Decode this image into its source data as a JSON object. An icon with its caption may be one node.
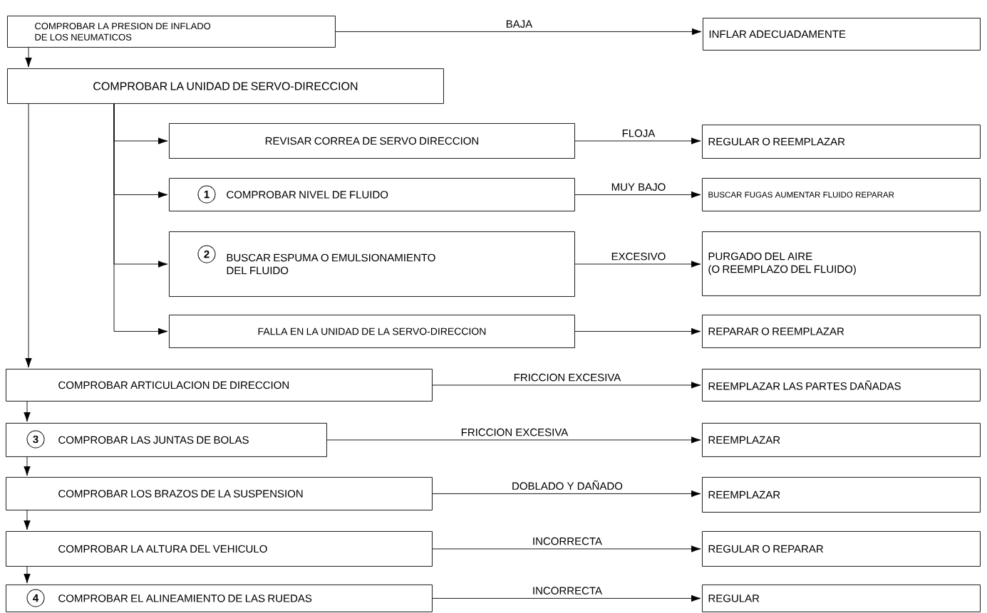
{
  "diagram": {
    "nodes": [
      {
        "text": [
          "COMPROBAR LA PRESION DE INFLADO DE LOS NEUMATICOS"
        ]
      },
      {
        "text": [
          "INFLAR ADECUADAMENTE"
        ]
      },
      {
        "text": [
          "COMPROBAR LA UNIDAD DE SERVO-DIRECCION"
        ]
      },
      {
        "text": [
          "REVISAR CORREA DE SERVO DIRECCION"
        ]
      },
      {
        "text": [
          "REGULAR O REEMPLAZAR"
        ]
      },
      {
        "text": [
          "COMPROBAR NIVEL DE FLUIDO"
        ]
      },
      {
        "text": [
          "BUSCAR FUGAS AUMENTAR FLUIDO REPARAR"
        ]
      },
      {
        "text": [
          "BUSCAR ESPUMA O EMULSIONAMIENTO DEL FLUIDO"
        ]
      },
      {
        "text": [
          "PURGADO DEL AIRE",
          "(O REEMPLAZO DEL FLUIDO)"
        ]
      },
      {
        "text": [
          "FALLA EN LA UNIDAD DE LA SERVO-DIRECCION"
        ]
      },
      {
        "text": [
          "REPARAR O REEMPLAZAR"
        ]
      },
      {
        "text": [
          "COMPROBAR ARTICULACION DE DIRECCION"
        ]
      },
      {
        "text": [
          "REEMPLAZAR LAS PARTES DAÑADAS"
        ]
      },
      {
        "text": [
          "COMPROBAR LAS JUNTAS DE BOLAS"
        ]
      },
      {
        "text": [
          "REEMPLAZAR"
        ]
      },
      {
        "text": [
          "COMPROBAR LOS BRAZOS DE LA SUSPENSION"
        ]
      },
      {
        "text": [
          "REEMPLAZAR"
        ]
      },
      {
        "text": [
          "COMPROBAR LA ALTURA DEL VEHICULO"
        ]
      },
      {
        "text": [
          "REGULAR O REPARAR"
        ]
      },
      {
        "text": [
          "COMPROBAR EL ALINEAMIENTO DE LAS RUEDAS"
        ]
      },
      {
        "text": [
          "REGULAR"
        ]
      }
    ],
    "edges": [
      {
        "from": 0,
        "to": 1,
        "arrow": "to",
        "label": "BAJA"
      },
      {
        "from": 0,
        "to": 2,
        "arrow": "to"
      },
      {
        "from": 2,
        "to": 3,
        "arrow": "to"
      },
      {
        "from": 3,
        "to": 4,
        "arrow": "to",
        "label": "FLOJA"
      },
      {
        "from": 2,
        "to": 5,
        "arrow": "to"
      },
      {
        "from": 5,
        "to": 6,
        "arrow": "to",
        "label": "MUY BAJO"
      },
      {
        "from": 2,
        "to": 7,
        "arrow": "to"
      },
      {
        "from": 7,
        "to": 8,
        "arrow": "to",
        "label": "EXCESIVO"
      },
      {
        "from": 2,
        "to": 9,
        "arrow": "to"
      },
      {
        "from": 9,
        "to": 10,
        "arrow": "to"
      },
      {
        "from": 2,
        "to": 11,
        "arrow": "to"
      },
      {
        "from": 11,
        "to": 12,
        "arrow": "to",
        "label": "FRICCION EXCESIVA"
      },
      {
        "from": 11,
        "to": 13,
        "arrow": "to"
      },
      {
        "from": 13,
        "to": 14,
        "arrow": "to",
        "label": "FRICCION EXCESIVA"
      },
      {
        "from": 13,
        "to": 15,
        "arrow": "to"
      },
      {
        "from": 15,
        "to": 16,
        "arrow": "to",
        "label": "DOBLADO Y DAÑADO"
      },
      {
        "from": 15,
        "to": 17,
        "arrow": "to"
      },
      {
        "from": 17,
        "to": 18,
        "arrow": "to",
        "label": "INCORRECTA"
      },
      {
        "from": 17,
        "to": 19,
        "arrow": "to"
      },
      {
        "from": 19,
        "to": 20,
        "arrow": "to",
        "label": "INCORRECTA"
      }
    ],
    "labels": [
      "1",
      "2",
      "3",
      "4"
    ]
  }
}
